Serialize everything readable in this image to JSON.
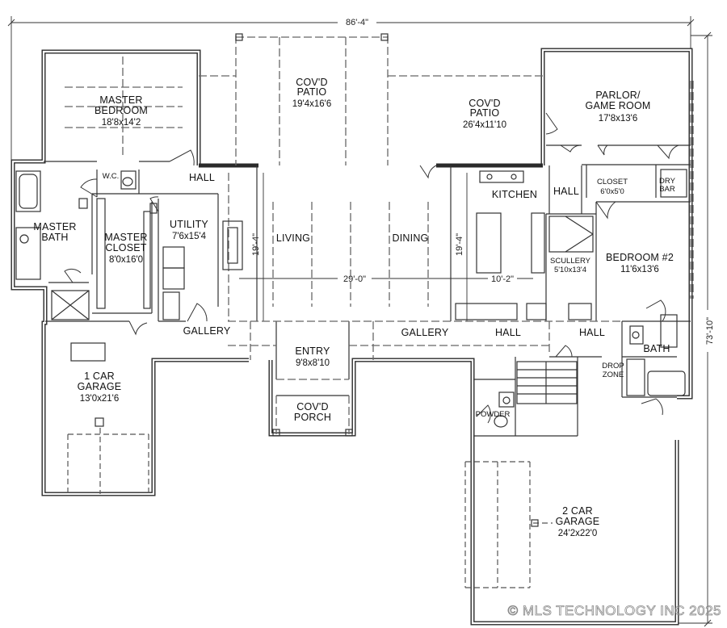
{
  "dimensions": {
    "overall_width": "86'-4\"",
    "overall_depth": "73'-10\"",
    "living_width": "29'-0\"",
    "living_depth": "19'-4\"",
    "kitchen_depth": "19'-4\"",
    "kitchen_width": "10'-2\""
  },
  "rooms": {
    "master_bedroom": {
      "name_1": "MASTER",
      "name_2": "BEDROOM",
      "size": "18'8x14'2"
    },
    "covd_patio_left": {
      "name_1": "COV'D",
      "name_2": "PATIO",
      "size": "19'4x16'6"
    },
    "covd_patio_right": {
      "name_1": "COV'D",
      "name_2": "PATIO",
      "size": "26'4x11'10"
    },
    "parlor": {
      "name_1": "PARLOR/",
      "name_2": "GAME ROOM",
      "size": "17'8x13'6"
    },
    "wc": {
      "name": "W.C."
    },
    "hall_master": {
      "name": "HALL"
    },
    "master_bath": {
      "name_1": "MASTER",
      "name_2": "BATH"
    },
    "master_closet": {
      "name_1": "MASTER",
      "name_2": "CLOSET",
      "size": "8'0x16'0"
    },
    "utility": {
      "name": "UTILITY",
      "size": "7'6x15'4"
    },
    "living": {
      "name": "LIVING"
    },
    "dining": {
      "name": "DINING"
    },
    "kitchen": {
      "name": "KITCHEN"
    },
    "hall_kitchen": {
      "name": "HALL"
    },
    "closet": {
      "name": "CLOSET",
      "size": "6'0x5'0"
    },
    "dry_bar": {
      "name_1": "DRY",
      "name_2": "BAR"
    },
    "scullery": {
      "name": "SCULLERY",
      "size": "5'10x13'4"
    },
    "bedroom2": {
      "name": "BEDROOM #2",
      "size": "11'6x13'6"
    },
    "gallery_left": {
      "name": "GALLERY"
    },
    "gallery_right": {
      "name": "GALLERY"
    },
    "hall_center": {
      "name": "HALL"
    },
    "hall_right": {
      "name": "HALL"
    },
    "entry": {
      "name": "ENTRY",
      "size": "9'8x8'10"
    },
    "bath": {
      "name": "BATH"
    },
    "drop_zone": {
      "name_1": "DROP",
      "name_2": "ZONE"
    },
    "garage1": {
      "name_1": "1 CAR",
      "name_2": "GARAGE",
      "size": "13'0x21'6"
    },
    "porch": {
      "name_1": "COV'D",
      "name_2": "PORCH"
    },
    "powder": {
      "name": "POWDER"
    },
    "garage2": {
      "name_1": "2 CAR",
      "name_2": "GARAGE",
      "size": "24'2x22'0"
    }
  },
  "watermark": "© MLS TECHNOLOGY INC 2025"
}
